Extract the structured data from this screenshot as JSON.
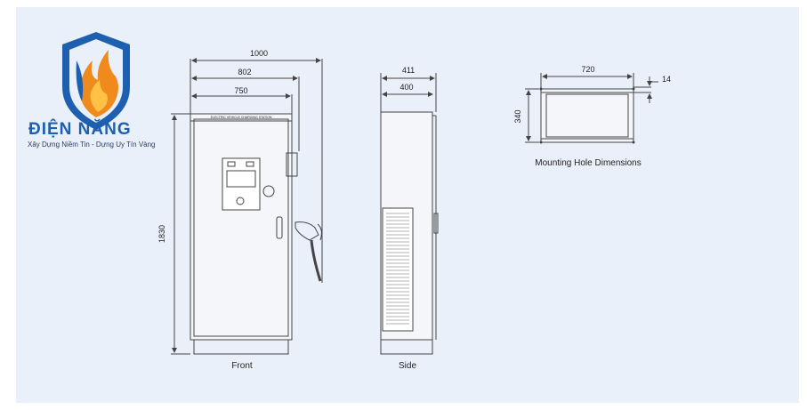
{
  "brand": {
    "name": "ĐIỆN NĂNG",
    "tagline": "Xây Dựng Niềm Tin - Dựng Uy Tín Vàng"
  },
  "front": {
    "caption": "Front",
    "dim_overall_width": "1000",
    "dim_width_802": "802",
    "dim_width_750": "750",
    "dim_height": "1830",
    "panel_label": "ELECTRIC VEHICLE CHARGING STATION"
  },
  "side": {
    "caption": "Side",
    "dim_depth_411": "411",
    "dim_depth_400": "400"
  },
  "mounting": {
    "caption": "Mounting Hole Dimensions",
    "dim_width": "720",
    "dim_height": "340",
    "dim_offset": "14"
  },
  "colors": {
    "background_panel": "#eaf0fa",
    "line": "#444444",
    "brand_blue": "#1f5fb0",
    "brand_orange": "#f08a1c"
  }
}
